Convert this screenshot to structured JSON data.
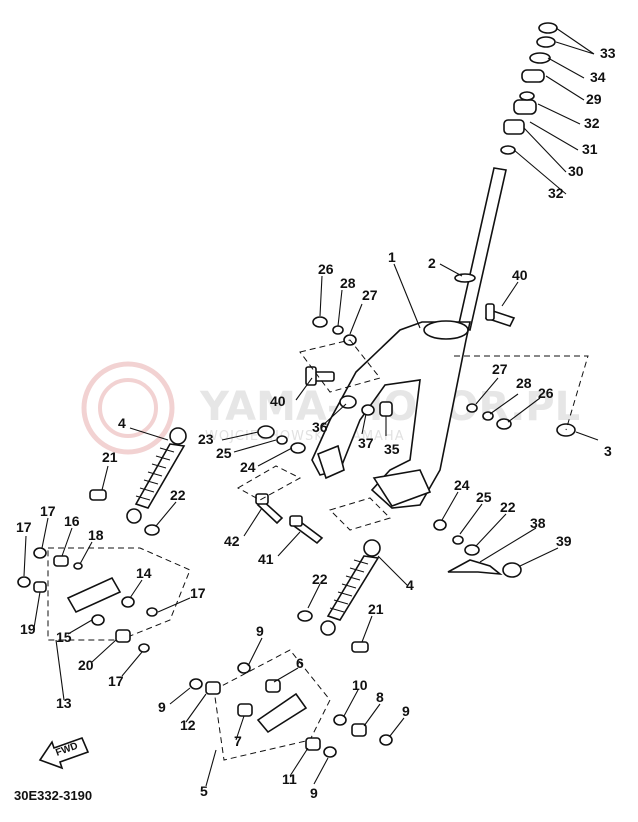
{
  "diagram": {
    "drawing_code": "30E332-3190",
    "fwd_label": "FWD",
    "watermark": {
      "brand": "YAMA-MOTOR.PL",
      "tagline": "WOJCIECHOWSKI · YAMAHA"
    },
    "callouts": [
      {
        "n": "33"
      },
      {
        "n": "34"
      },
      {
        "n": "29"
      },
      {
        "n": "32"
      },
      {
        "n": "31"
      },
      {
        "n": "30"
      },
      {
        "n": "32"
      },
      {
        "n": "1"
      },
      {
        "n": "2"
      },
      {
        "n": "40"
      },
      {
        "n": "26"
      },
      {
        "n": "28"
      },
      {
        "n": "27"
      },
      {
        "n": "40"
      },
      {
        "n": "36"
      },
      {
        "n": "37"
      },
      {
        "n": "35"
      },
      {
        "n": "27"
      },
      {
        "n": "28"
      },
      {
        "n": "26"
      },
      {
        "n": "3"
      },
      {
        "n": "4"
      },
      {
        "n": "23"
      },
      {
        "n": "25"
      },
      {
        "n": "24"
      },
      {
        "n": "21"
      },
      {
        "n": "22"
      },
      {
        "n": "17"
      },
      {
        "n": "17"
      },
      {
        "n": "16"
      },
      {
        "n": "18"
      },
      {
        "n": "14"
      },
      {
        "n": "17"
      },
      {
        "n": "19"
      },
      {
        "n": "15"
      },
      {
        "n": "20"
      },
      {
        "n": "17"
      },
      {
        "n": "13"
      },
      {
        "n": "42"
      },
      {
        "n": "41"
      },
      {
        "n": "24"
      },
      {
        "n": "25"
      },
      {
        "n": "22"
      },
      {
        "n": "38"
      },
      {
        "n": "39"
      },
      {
        "n": "4"
      },
      {
        "n": "22"
      },
      {
        "n": "21"
      },
      {
        "n": "9"
      },
      {
        "n": "6"
      },
      {
        "n": "10"
      },
      {
        "n": "8"
      },
      {
        "n": "9"
      },
      {
        "n": "9"
      },
      {
        "n": "12"
      },
      {
        "n": "7"
      },
      {
        "n": "11"
      },
      {
        "n": "9"
      },
      {
        "n": "5"
      }
    ]
  }
}
